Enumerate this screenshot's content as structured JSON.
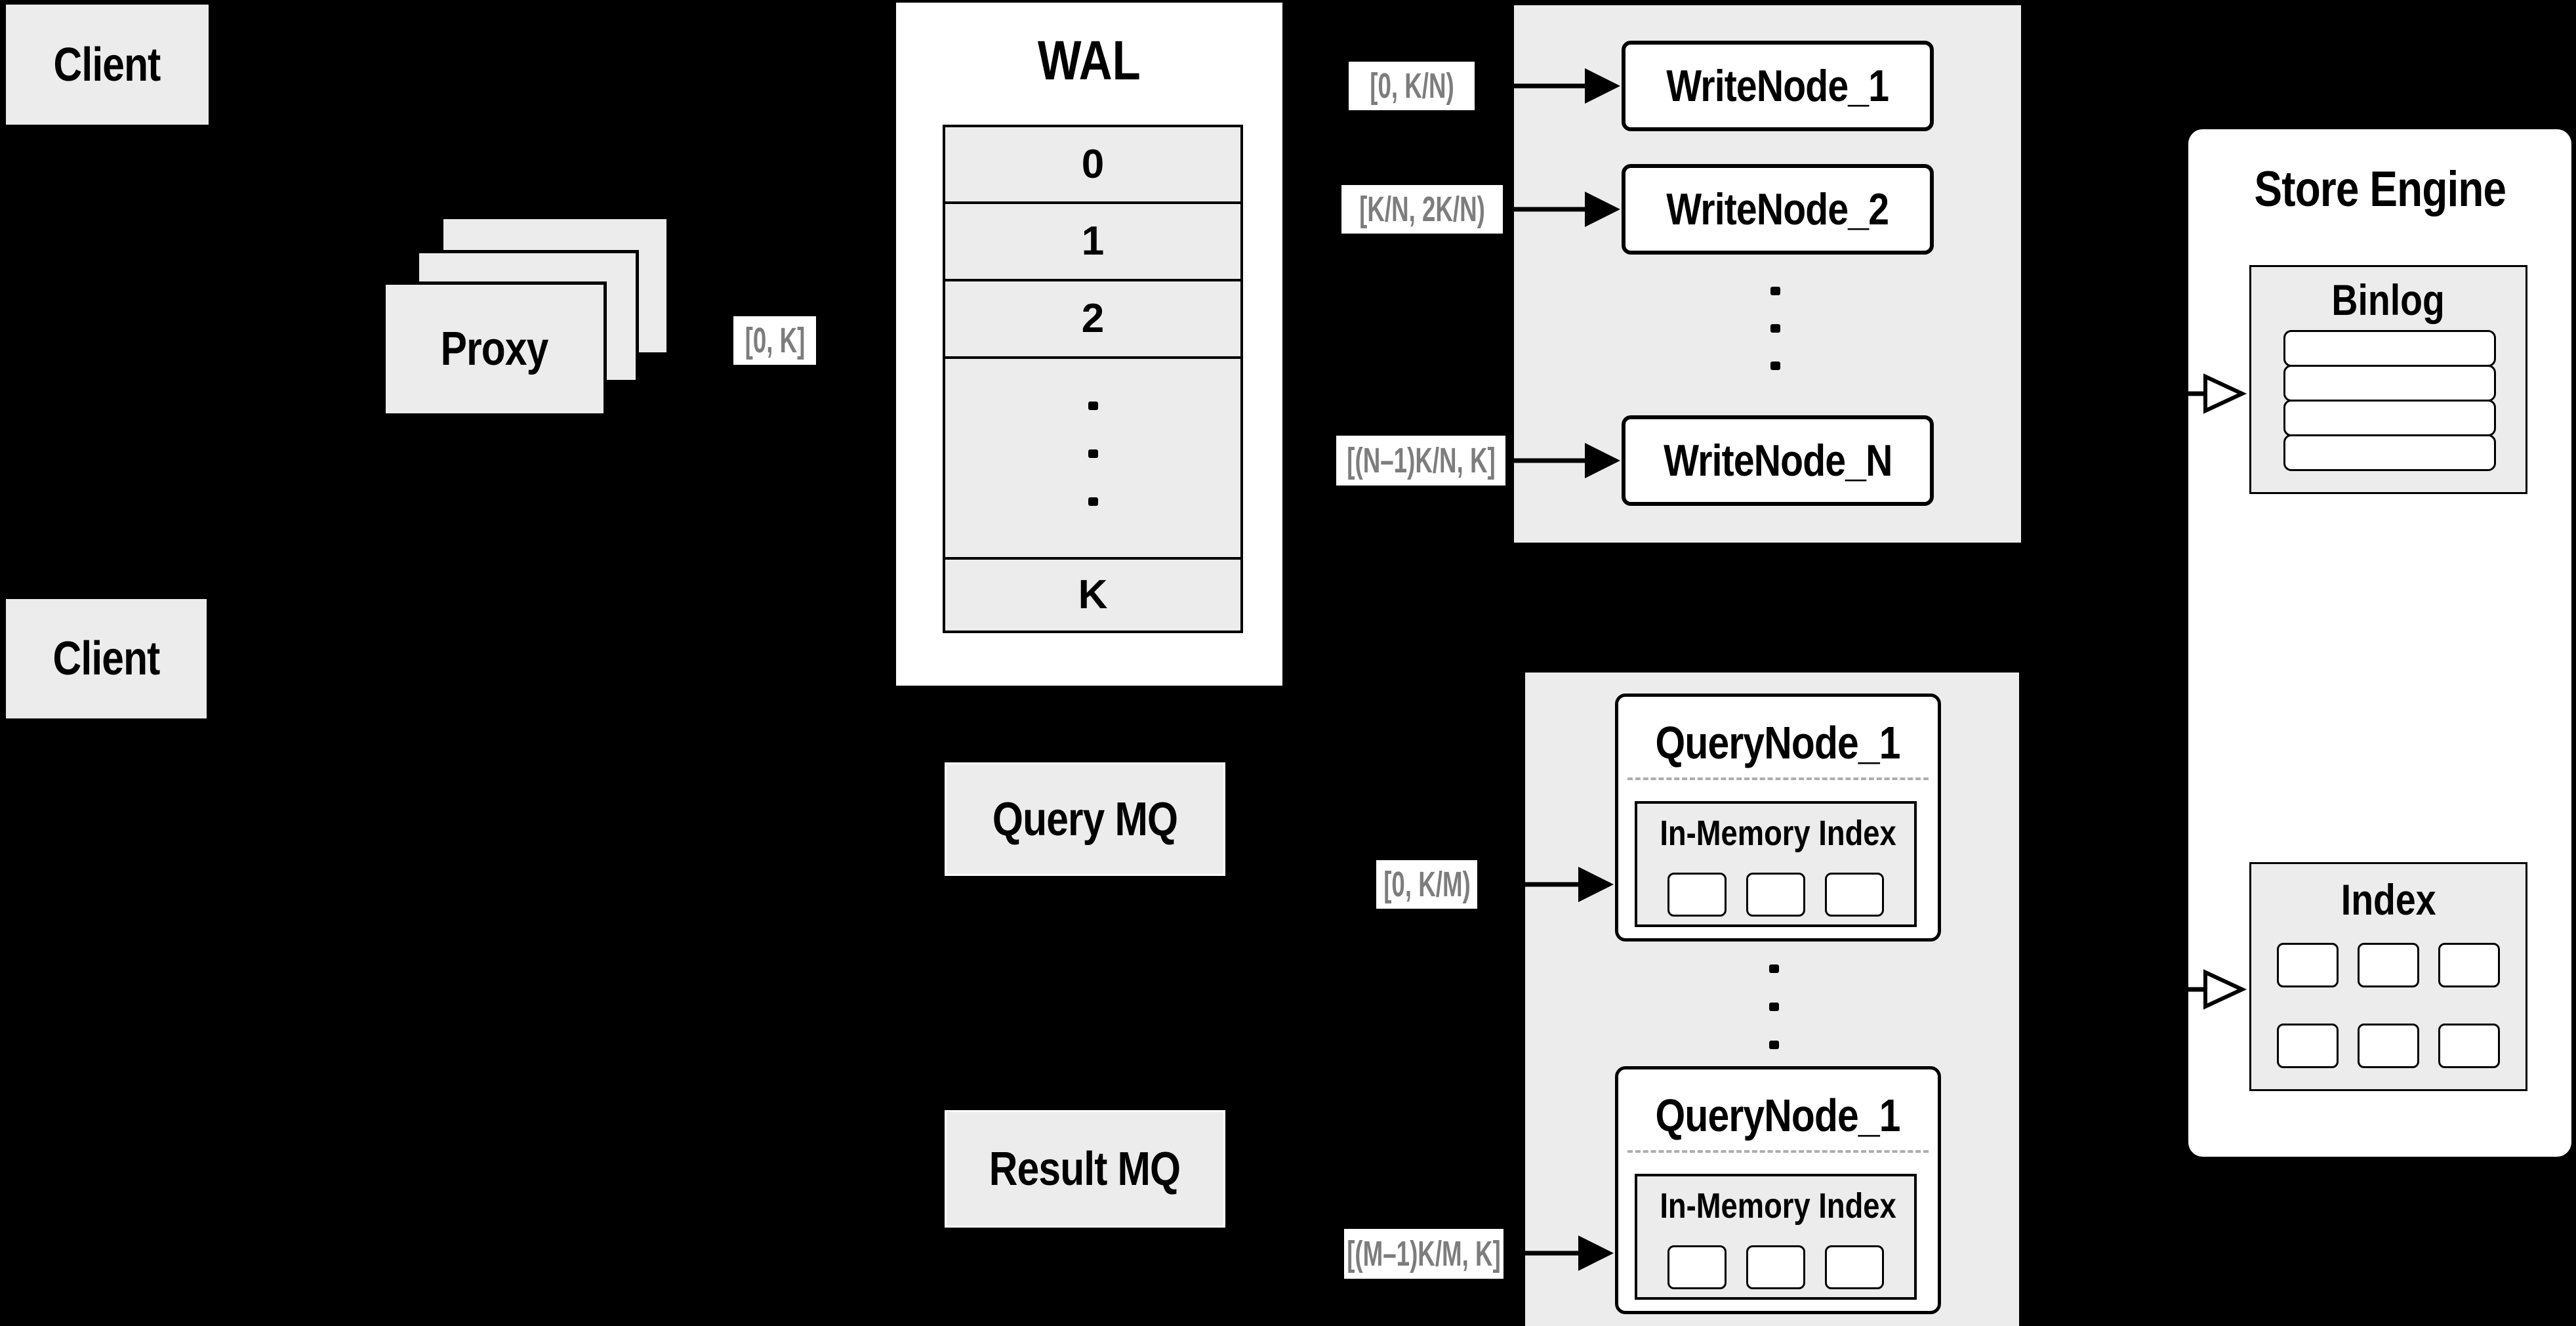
{
  "clients": {
    "top": "Client",
    "bottom": "Client"
  },
  "proxy": {
    "label": "Proxy",
    "range": "[0, K]"
  },
  "wal": {
    "title": "WAL",
    "rows": [
      "0",
      "1",
      "2",
      "K"
    ]
  },
  "write": {
    "ranges": [
      "[0, K/N)",
      "[K/N, 2K/N)",
      "[(N–1)K/N, K]"
    ],
    "nodes": [
      "WriteNode_1",
      "WriteNode_2",
      "WriteNode_N"
    ]
  },
  "mq": {
    "query": "Query MQ",
    "result": "Result MQ"
  },
  "query": {
    "ranges": [
      "[0, K/M)",
      "[(M–1)K/M, K]"
    ],
    "nodes": [
      {
        "title": "QueryNode_1",
        "index_title": "In-Memory Index"
      },
      {
        "title": "QueryNode_1",
        "index_title": "In-Memory Index"
      }
    ]
  },
  "store": {
    "title": "Store Engine",
    "binlog": "Binlog",
    "index": "Index"
  },
  "colors": {
    "background": "#000000",
    "panel_gray": "#ececec",
    "node_white": "#ffffff",
    "line_black": "#000000",
    "range_text_gray": "#7d7d7d",
    "dashed_gray": "#adadad"
  }
}
